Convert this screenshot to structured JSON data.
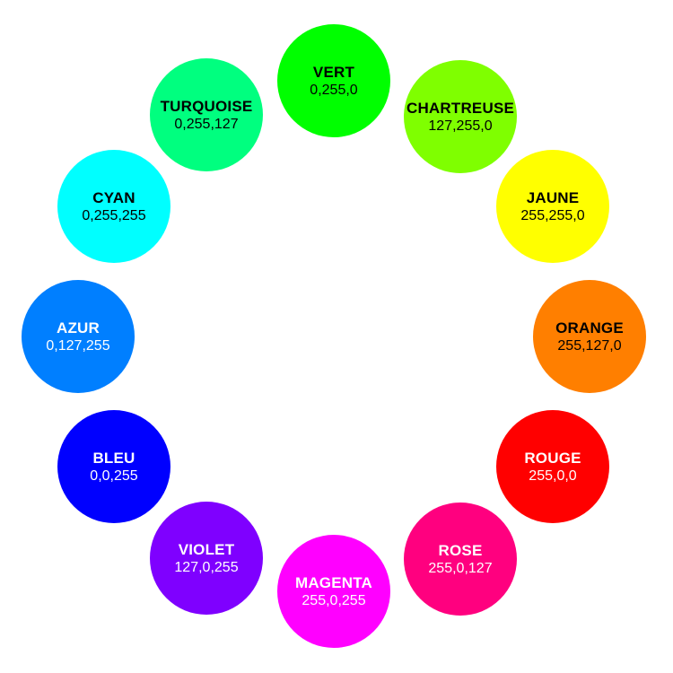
{
  "colors": [
    {
      "name": "VERT",
      "rgb": "0,255,0",
      "fill": "#00ff00",
      "text_color": "#000000"
    },
    {
      "name": "CHARTREUSE",
      "rgb": "127,255,0",
      "fill": "#7fff00",
      "text_color": "#000000"
    },
    {
      "name": "JAUNE",
      "rgb": "255,255,0",
      "fill": "#ffff00",
      "text_color": "#000000"
    },
    {
      "name": "ORANGE",
      "rgb": "255,127,0",
      "fill": "#ff7f00",
      "text_color": "#000000"
    },
    {
      "name": "ROUGE",
      "rgb": "255,0,0",
      "fill": "#ff0000",
      "text_color": "#ffffff"
    },
    {
      "name": "ROSE",
      "rgb": "255,0,127",
      "fill": "#ff007f",
      "text_color": "#ffffff"
    },
    {
      "name": "MAGENTA",
      "rgb": "255,0,255",
      "fill": "#ff00ff",
      "text_color": "#ffffff"
    },
    {
      "name": "VIOLET",
      "rgb": "127,0,255",
      "fill": "#7f00ff",
      "text_color": "#ffffff"
    },
    {
      "name": "BLEU",
      "rgb": "0,0,255",
      "fill": "#0000ff",
      "text_color": "#ffffff"
    },
    {
      "name": "AZUR",
      "rgb": "0,127,255",
      "fill": "#007fff",
      "text_color": "#ffffff"
    },
    {
      "name": "CYAN",
      "rgb": "0,255,255",
      "fill": "#00ffff",
      "text_color": "#000000"
    },
    {
      "name": "TURQUOISE",
      "rgb": "0,255,127",
      "fill": "#00ff7f",
      "text_color": "#000000"
    }
  ]
}
